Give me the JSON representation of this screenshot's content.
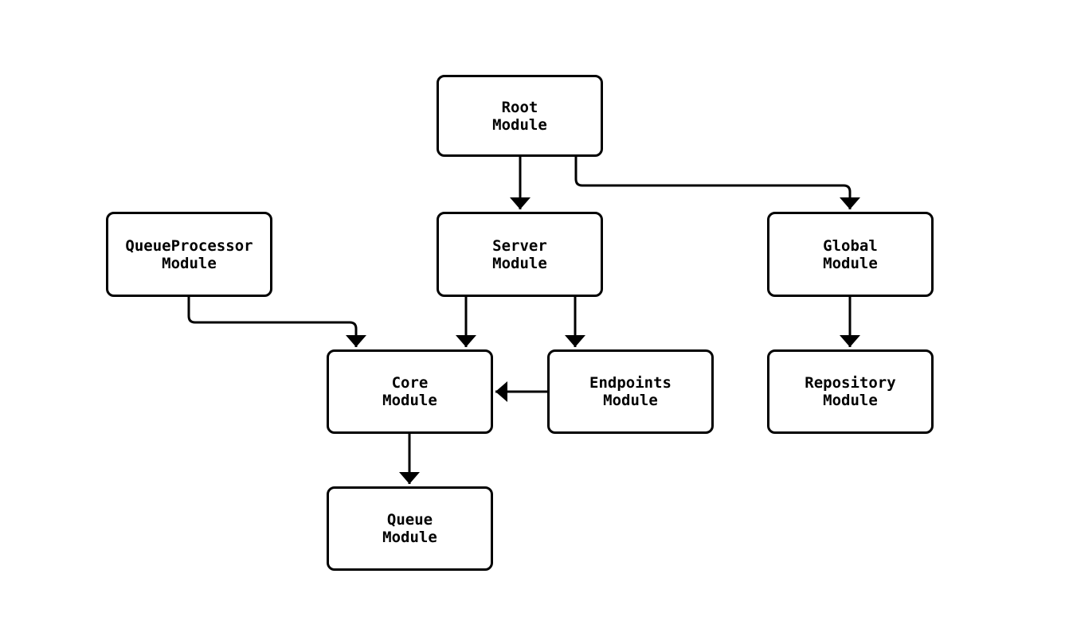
{
  "diagram": {
    "type": "flowchart",
    "background_color": "#ffffff",
    "stroke_color": "#000000",
    "nodes": {
      "root": {
        "label": "Root\nModule"
      },
      "queueprocessor": {
        "label": "QueueProcessor\nModule"
      },
      "server": {
        "label": "Server\nModule"
      },
      "global": {
        "label": "Global\nModule"
      },
      "core": {
        "label": "Core\nModule"
      },
      "endpoints": {
        "label": "Endpoints\nModule"
      },
      "repository": {
        "label": "Repository\nModule"
      },
      "queue": {
        "label": "Queue\nModule"
      }
    },
    "edges": [
      {
        "from": "Root Module",
        "to": "Server Module"
      },
      {
        "from": "Root Module",
        "to": "Global Module"
      },
      {
        "from": "QueueProcessor Module",
        "to": "Core Module"
      },
      {
        "from": "Server Module",
        "to": "Core Module"
      },
      {
        "from": "Server Module",
        "to": "Endpoints Module"
      },
      {
        "from": "Endpoints Module",
        "to": "Core Module"
      },
      {
        "from": "Global Module",
        "to": "Repository Module"
      },
      {
        "from": "Core Module",
        "to": "Queue Module"
      }
    ]
  }
}
